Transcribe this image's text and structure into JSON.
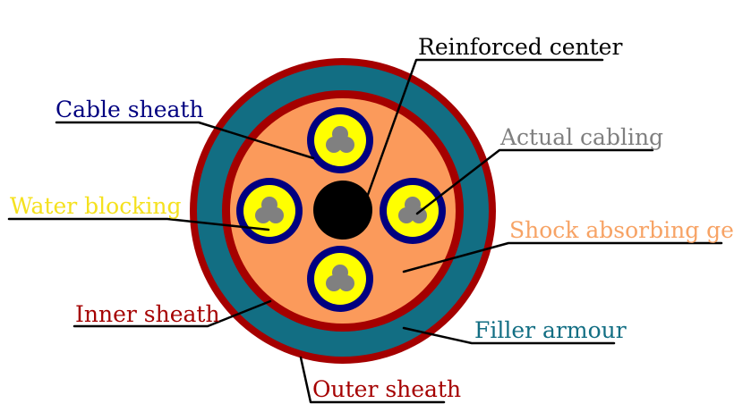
{
  "colors": {
    "outer_sheath": "#a50000",
    "filler_armour": "#126e83",
    "gel": "#fb9a5b",
    "cable_sheath": "#000080",
    "water_blocking": "#ffff00",
    "conductor": "#808080",
    "center": "#000000",
    "leader": "#000000"
  },
  "labels": {
    "reinforced_center": {
      "text": "Reinforced center",
      "color": "#000000"
    },
    "cable_sheath": {
      "text": "Cable sheath",
      "color": "#000080"
    },
    "actual_cabling": {
      "text": "Actual cabling",
      "color": "#808080"
    },
    "water_blocking": {
      "text": "Water blocking",
      "color": "#f5e11e"
    },
    "shock_absorbing_gel": {
      "text": "Shock absorbing gel",
      "color": "#f7a365"
    },
    "inner_sheath": {
      "text": "Inner sheath",
      "color": "#a50000"
    },
    "filler_armour": {
      "text": "Filler armour",
      "color": "#126e83"
    },
    "outer_sheath": {
      "text": "Outer sheath",
      "color": "#a50000"
    }
  }
}
